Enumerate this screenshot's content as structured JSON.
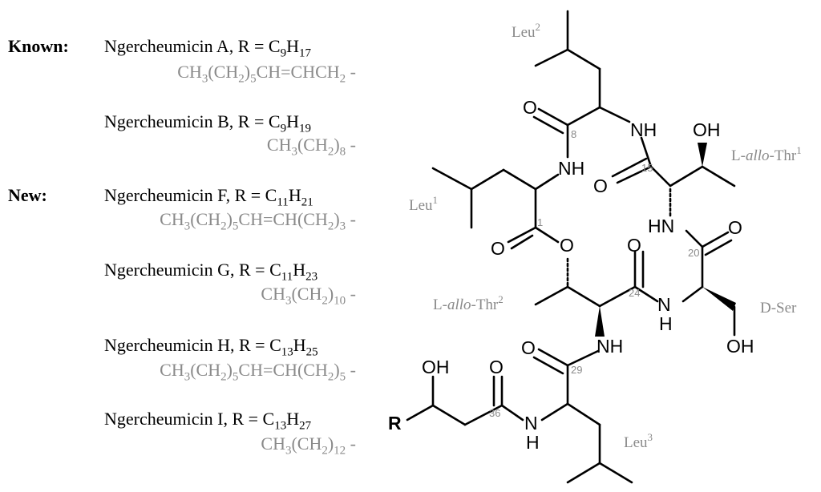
{
  "groups": {
    "known": "Known:",
    "new": "New:"
  },
  "compounds": [
    {
      "name": "Ngercheumicin A",
      "r": "C9H17",
      "formula": "CH3(CH2)5CH=CHCH2 -"
    },
    {
      "name": "Ngercheumicin B",
      "r": "C9H19",
      "formula": "CH3(CH2)8 -"
    },
    {
      "name": "Ngercheumicin F",
      "r": "C11H21",
      "formula": "CH3(CH2)5CH=CH(CH2)3 -"
    },
    {
      "name": "Ngercheumicin G",
      "r": "C11H23",
      "formula": "CH3(CH2)10 -"
    },
    {
      "name": "Ngercheumicin H",
      "r": "C13H25",
      "formula": "CH3(CH2)5CH=CH(CH2)5 -"
    },
    {
      "name": "Ngercheumicin I",
      "r": "C13H27",
      "formula": "CH3(CH2)12 -"
    }
  ],
  "residues": {
    "leu2": "Leu2",
    "leu1": "Leu1",
    "thr1": "L-allo-Thr1",
    "thr2": "L-allo-Thr2",
    "dser": "D-Ser",
    "leu3": "Leu3"
  },
  "atoms": {
    "o_top": "O",
    "nh_top": "NH",
    "oh_thr1": "OH",
    "nh_leu1": "NH",
    "o_15": "O",
    "hn_thr1": "HN",
    "o_20": "O",
    "o_ester": "O",
    "o_1": "O",
    "o_24": "O",
    "nh_24": "N",
    "h_24": "H",
    "nh_29": "NH",
    "o_29": "O",
    "oh_ser": "OH",
    "oh_side": "OH",
    "o_36": "O",
    "n_36": "N",
    "h_36": "H",
    "r_group": "R"
  },
  "numbers": {
    "n8": "8",
    "n15": "15",
    "n1": "1",
    "n20": "20",
    "n24": "24",
    "n29": "29",
    "n36": "36"
  }
}
